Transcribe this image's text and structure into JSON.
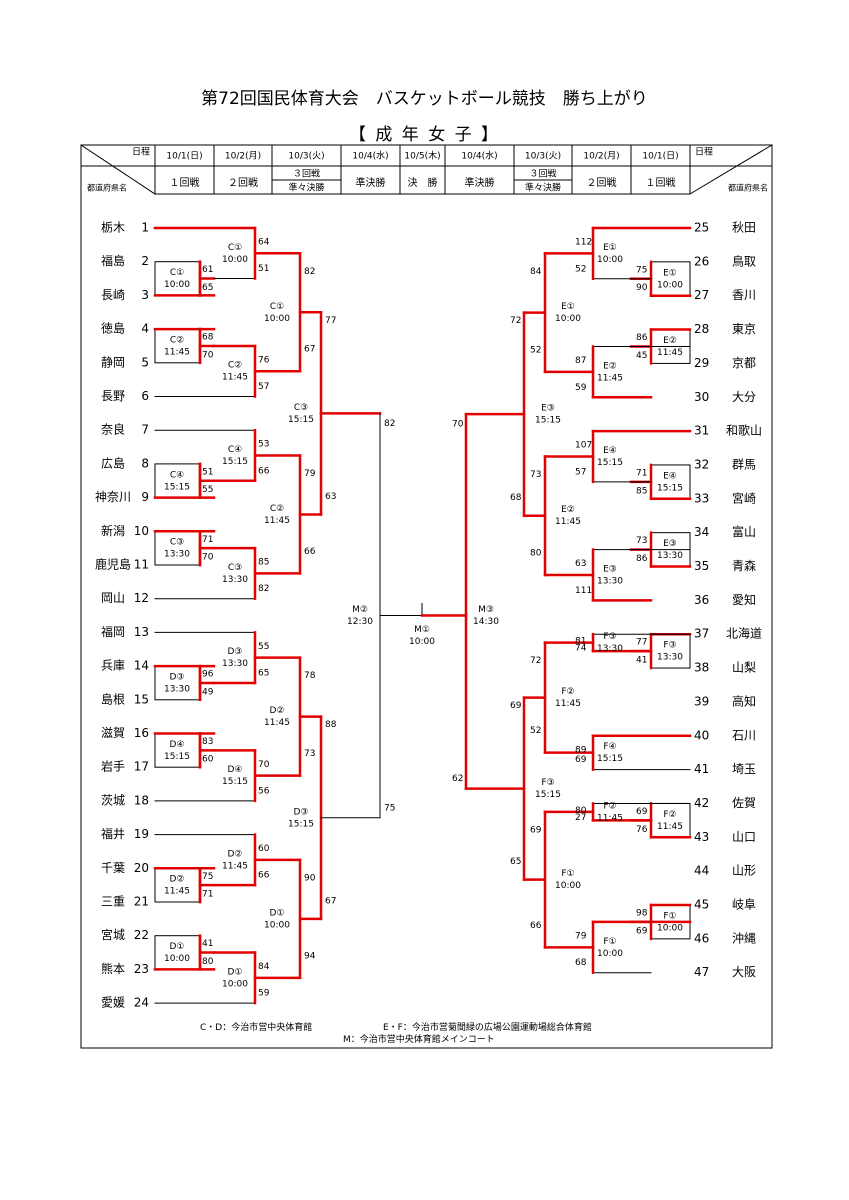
{
  "title": "第72回国民体育大会　バスケットボール競技　勝ち上がり",
  "subtitle": "【 成 年 女 子 】",
  "header": {
    "nittei": "日程",
    "pref": "都道府県名",
    "dates_left": [
      "10/1(日)",
      "10/2(月)",
      "10/3(火)",
      "10/4(水)"
    ],
    "date_final": "10/5(木)",
    "dates_right": [
      "10/4(水)",
      "10/3(火)",
      "10/2(月)",
      "10/1(日)"
    ],
    "rounds_left": [
      "１回戦",
      "２回戦",
      "３回戦",
      "準々決勝",
      "準決勝"
    ],
    "round_final": "決　勝",
    "rounds_right": [
      "準決勝",
      "３回戦",
      "準々決勝",
      "２回戦",
      "１回戦"
    ]
  },
  "teams_left": [
    {
      "no": "1",
      "name": "栃木"
    },
    {
      "no": "2",
      "name": "福島"
    },
    {
      "no": "3",
      "name": "長崎"
    },
    {
      "no": "4",
      "name": "徳島"
    },
    {
      "no": "5",
      "name": "静岡"
    },
    {
      "no": "6",
      "name": "長野"
    },
    {
      "no": "7",
      "name": "奈良"
    },
    {
      "no": "8",
      "name": "広島"
    },
    {
      "no": "9",
      "name": "神奈川"
    },
    {
      "no": "10",
      "name": "新潟"
    },
    {
      "no": "11",
      "name": "鹿児島"
    },
    {
      "no": "12",
      "name": "岡山"
    },
    {
      "no": "13",
      "name": "福岡"
    },
    {
      "no": "14",
      "name": "兵庫"
    },
    {
      "no": "15",
      "name": "島根"
    },
    {
      "no": "16",
      "name": "滋賀"
    },
    {
      "no": "17",
      "name": "岩手"
    },
    {
      "no": "18",
      "name": "茨城"
    },
    {
      "no": "19",
      "name": "福井"
    },
    {
      "no": "20",
      "name": "千葉"
    },
    {
      "no": "21",
      "name": "三重"
    },
    {
      "no": "22",
      "name": "宮城"
    },
    {
      "no": "23",
      "name": "熊本"
    },
    {
      "no": "24",
      "name": "愛媛"
    }
  ],
  "teams_right": [
    {
      "no": "25",
      "name": "秋田"
    },
    {
      "no": "26",
      "name": "鳥取"
    },
    {
      "no": "27",
      "name": "香川"
    },
    {
      "no": "28",
      "name": "東京"
    },
    {
      "no": "29",
      "name": "京都"
    },
    {
      "no": "30",
      "name": "大分"
    },
    {
      "no": "31",
      "name": "和歌山"
    },
    {
      "no": "32",
      "name": "群馬"
    },
    {
      "no": "33",
      "name": "宮崎"
    },
    {
      "no": "34",
      "name": "富山"
    },
    {
      "no": "35",
      "name": "青森"
    },
    {
      "no": "36",
      "name": "愛知"
    },
    {
      "no": "37",
      "name": "北海道"
    },
    {
      "no": "38",
      "name": "山梨"
    },
    {
      "no": "39",
      "name": "高知"
    },
    {
      "no": "40",
      "name": "石川"
    },
    {
      "no": "41",
      "name": "埼玉"
    },
    {
      "no": "42",
      "name": "佐賀"
    },
    {
      "no": "43",
      "name": "山口"
    },
    {
      "no": "44",
      "name": "山形"
    },
    {
      "no": "45",
      "name": "岐阜"
    },
    {
      "no": "46",
      "name": "沖縄"
    },
    {
      "no": "47",
      "name": "大阪"
    }
  ],
  "games": {
    "L_r1": [
      {
        "court": "C①",
        "time": "10:00",
        "s1": "61",
        "s2": "65"
      },
      {
        "court": "C②",
        "time": "11:45",
        "s1": "68",
        "s2": "70"
      },
      {
        "court": "C④",
        "time": "15:15",
        "s1": "51",
        "s2": "55"
      },
      {
        "court": "C③",
        "time": "13:30",
        "s1": "71",
        "s2": "70"
      },
      {
        "court": "D③",
        "time": "13:30",
        "s1": "96",
        "s2": "49"
      },
      {
        "court": "D④",
        "time": "15:15",
        "s1": "83",
        "s2": "60"
      },
      {
        "court": "D②",
        "time": "11:45",
        "s1": "75",
        "s2": "71"
      },
      {
        "court": "D①",
        "time": "10:00",
        "s1": "41",
        "s2": "80"
      }
    ],
    "L_r2": [
      {
        "court": "C①",
        "time": "10:00",
        "s1": "64",
        "s2": "51"
      },
      {
        "court": "C②",
        "time": "11:45",
        "s1": "76",
        "s2": "57"
      },
      {
        "court": "C④",
        "time": "15:15",
        "s1": "53",
        "s2": "66"
      },
      {
        "court": "C③",
        "time": "13:30",
        "s1": "85",
        "s2": "82"
      },
      {
        "court": "D③",
        "time": "13:30",
        "s1": "55",
        "s2": "65"
      },
      {
        "court": "D④",
        "time": "15:15",
        "s1": "70",
        "s2": "56"
      },
      {
        "court": "D②",
        "time": "11:45",
        "s1": "60",
        "s2": "66"
      },
      {
        "court": "D①",
        "time": "10:00",
        "s1": "84",
        "s2": "59"
      }
    ],
    "L_r3": [
      {
        "court": "C①",
        "time": "10:00",
        "s1": "82",
        "s2": "67"
      },
      {
        "court": "C②",
        "time": "11:45",
        "s1": "79",
        "s2": "66"
      },
      {
        "court": "D②",
        "time": "11:45",
        "s1": "78",
        "s2": "73"
      },
      {
        "court": "D①",
        "time": "10:00",
        "s1": "90",
        "s2": "94"
      }
    ],
    "L_qf": [
      {
        "court": "C③",
        "time": "15:15",
        "s1": "77",
        "s2": "63"
      },
      {
        "court": "D③",
        "time": "15:15",
        "s1": "88",
        "s2": "67"
      }
    ],
    "L_sf": {
      "court": "M②",
      "time": "12:30",
      "s1": "82",
      "s2": "75"
    },
    "final": {
      "court": "M①",
      "time": "10:00"
    },
    "R_sf": {
      "court": "M③",
      "time": "14:30",
      "s1": "70",
      "s2": "62"
    },
    "R_qf": [
      {
        "court": "E③",
        "time": "15:15",
        "s1": "72",
        "s2": "68"
      },
      {
        "court": "F③",
        "time": "15:15",
        "s1": "69",
        "s2": "65"
      }
    ],
    "R_r3": [
      {
        "court": "E①",
        "time": "10:00",
        "s1": "84",
        "s2": "52"
      },
      {
        "court": "E②",
        "time": "11:45",
        "s1": "73",
        "s2": "80"
      },
      {
        "court": "F②",
        "time": "11:45",
        "s1": "72",
        "s2": "52"
      },
      {
        "court": "F①",
        "time": "10:00",
        "s1": "69",
        "s2": "66"
      }
    ],
    "R_r2": [
      {
        "court": "E①",
        "time": "10:00",
        "s1": "112",
        "s2": "52"
      },
      {
        "court": "E②",
        "time": "11:45",
        "s1": "87",
        "s2": "59"
      },
      {
        "court": "E④",
        "time": "15:15",
        "s1": "107",
        "s2": "57"
      },
      {
        "court": "E③",
        "time": "13:30",
        "s1": "63",
        "s2": "111"
      },
      {
        "court": "F③",
        "time": "13:30",
        "s1": "74",
        "s2": "81"
      },
      {
        "court": "F④",
        "time": "15:15",
        "s1": "89",
        "s2": "69"
      },
      {
        "court": "F②",
        "time": "11:45",
        "s1": "27",
        "s2": "80"
      },
      {
        "court": "F①",
        "time": "10:00",
        "s1": "79",
        "s2": "68"
      }
    ],
    "R_r1": [
      {
        "court": "E①",
        "time": "10:00",
        "s1": "75",
        "s2": "90"
      },
      {
        "court": "E②",
        "time": "11:45",
        "s1": "86",
        "s2": "45"
      },
      {
        "court": "E④",
        "time": "15:15",
        "s1": "71",
        "s2": "85"
      },
      {
        "court": "E③",
        "time": "13:30",
        "s1": "73",
        "s2": "86"
      },
      {
        "court": "F③",
        "time": "13:30",
        "s1": "77",
        "s2": "41"
      },
      {
        "court": "F②",
        "time": "11:45",
        "s1": "69",
        "s2": "76"
      },
      {
        "court": "F①",
        "time": "10:00",
        "s1": "98",
        "s2": "69"
      }
    ]
  },
  "footer": {
    "venue_cd": "C・D：今治市営中央体育館",
    "venue_ef": "E・F：今治市営菊間緑の広場公園運動場総合体育館",
    "venue_m": "M：今治市営中央体育館メインコート"
  },
  "colors": {
    "win_line": "#e30000",
    "line": "#000000"
  }
}
